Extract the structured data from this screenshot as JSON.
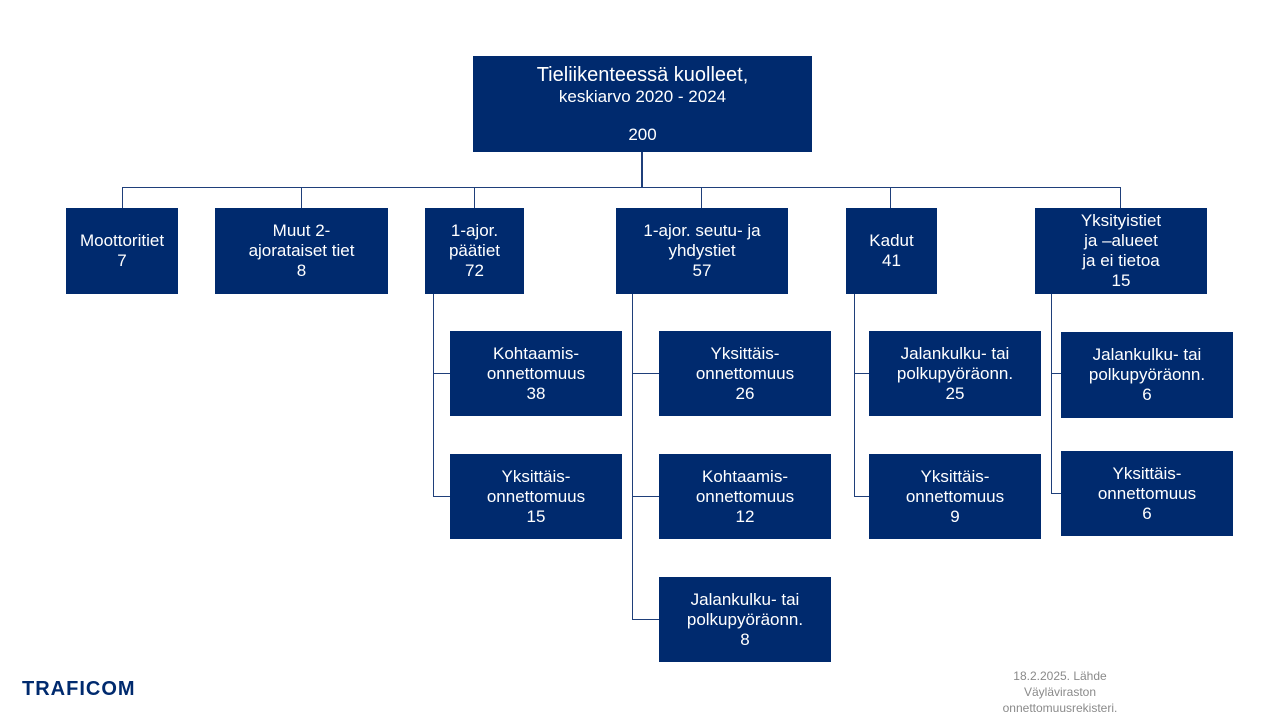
{
  "root": {
    "title": "Tieliikenteessä kuolleet,",
    "subtitle": "keskiarvo 2020 - 2024",
    "value": "200"
  },
  "categories": [
    {
      "label": "Moottoritiet",
      "value": "7",
      "children": []
    },
    {
      "label": "Muut 2-\najorataiset tiet",
      "value": "8",
      "children": []
    },
    {
      "label": "1-ajor.\npäätiet",
      "value": "72",
      "children": [
        {
          "label": "Kohtaamis-\nonnettomuus",
          "value": "38"
        },
        {
          "label": "Yksittäis-\nonnettomuus",
          "value": "15"
        }
      ]
    },
    {
      "label": "1-ajor. seutu- ja\nyhdystiet",
      "value": "57",
      "children": [
        {
          "label": "Yksittäis-\nonnettomuus",
          "value": "26"
        },
        {
          "label": "Kohtaamis-\nonnettomuus",
          "value": "12"
        },
        {
          "label": "Jalankulku- tai\npolkupyöräonn.",
          "value": "8"
        }
      ]
    },
    {
      "label": "Kadut",
      "value": "41",
      "children": [
        {
          "label": "Jalankulku- tai\npolkupyöräonn.",
          "value": "25"
        },
        {
          "label": "Yksittäis-\nonnettomuus",
          "value": "9"
        }
      ]
    },
    {
      "label": "Yksityistiet\nja –alueet\nja ei tietoa",
      "value": "15",
      "children": [
        {
          "label": "Jalankulku- tai\npolkupyöräonn.",
          "value": "6"
        },
        {
          "label": "Yksittäis-\nonnettomuus",
          "value": "6"
        }
      ]
    }
  ],
  "footer": {
    "logo": "TRAFICOM",
    "source": "18.2.2025.  Lähde\nVäyläviraston\nonnettomuusrekisteri."
  }
}
